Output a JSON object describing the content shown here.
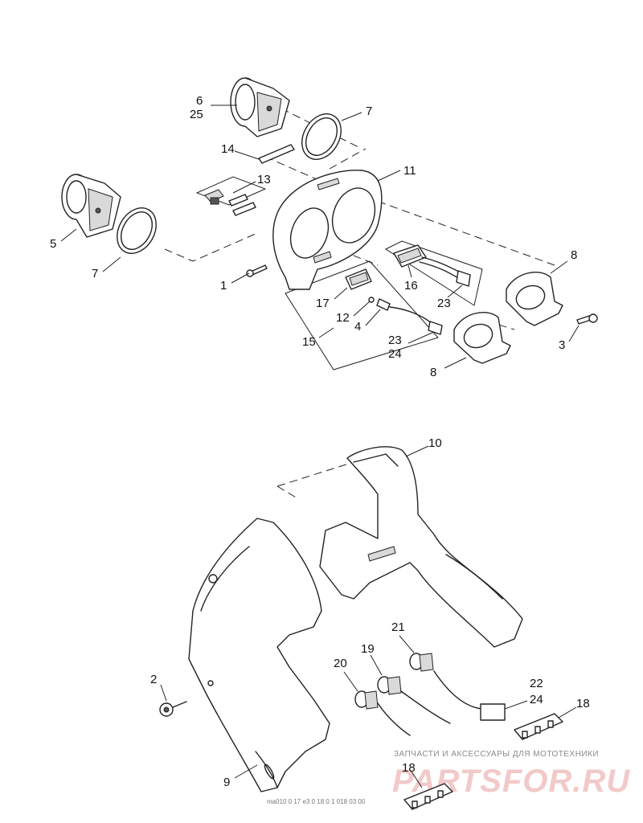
{
  "callouts": [
    {
      "id": "c6",
      "text": "6"
    },
    {
      "id": "c25",
      "text": "25"
    },
    {
      "id": "c7a",
      "text": "7"
    },
    {
      "id": "c14",
      "text": "14"
    },
    {
      "id": "c13",
      "text": "13"
    },
    {
      "id": "c11",
      "text": "11"
    },
    {
      "id": "c5",
      "text": "5"
    },
    {
      "id": "c7b",
      "text": "7"
    },
    {
      "id": "c1",
      "text": "1"
    },
    {
      "id": "c8a",
      "text": "8"
    },
    {
      "id": "c16",
      "text": "16"
    },
    {
      "id": "c17",
      "text": "17"
    },
    {
      "id": "c23a",
      "text": "23"
    },
    {
      "id": "c12",
      "text": "12"
    },
    {
      "id": "c4",
      "text": "4"
    },
    {
      "id": "c3",
      "text": "3"
    },
    {
      "id": "c23b",
      "text": "23"
    },
    {
      "id": "c24a",
      "text": "24"
    },
    {
      "id": "c15",
      "text": "15"
    },
    {
      "id": "c8b",
      "text": "8"
    },
    {
      "id": "c10",
      "text": "10"
    },
    {
      "id": "c21",
      "text": "21"
    },
    {
      "id": "c19",
      "text": "19"
    },
    {
      "id": "c20",
      "text": "20"
    },
    {
      "id": "c2",
      "text": "2"
    },
    {
      "id": "c22",
      "text": "22"
    },
    {
      "id": "c24b",
      "text": "24"
    },
    {
      "id": "c18a",
      "text": "18"
    },
    {
      "id": "c18b",
      "text": "18"
    },
    {
      "id": "c9",
      "text": "9"
    }
  ],
  "watermark": {
    "tagline": "ЗАПЧАСТИ И АКСЕССУАРЫ ДЛЯ МОТОТЕХНИКИ",
    "brand": "PARTSFOR.RU"
  },
  "figure_code": "ma010 0 17 e3 0 18 0 1 018 03 00"
}
